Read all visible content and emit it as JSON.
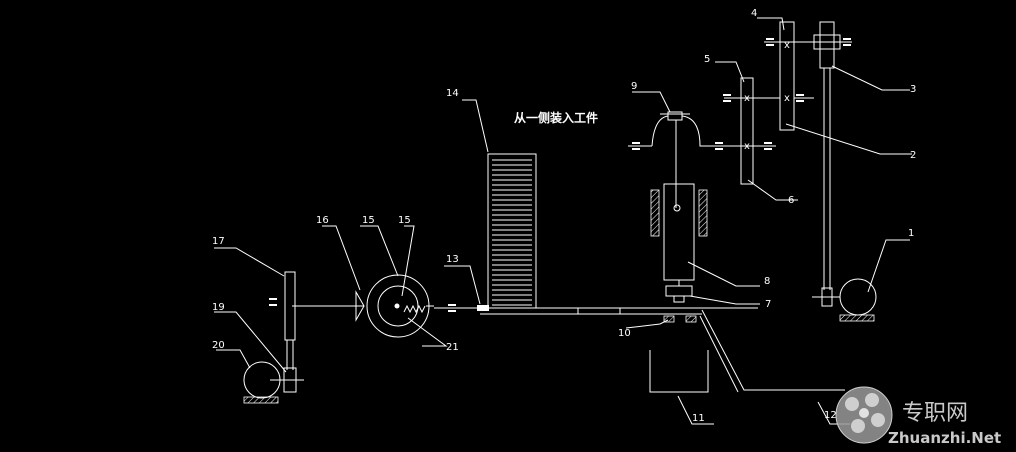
{
  "diagram": {
    "note": "从一侧装入工件",
    "labels": {
      "l1": "1",
      "l2": "2",
      "l3": "3",
      "l4": "4",
      "l5": "5",
      "l6": "6",
      "l7": "7",
      "l8": "8",
      "l9": "9",
      "l10": "10",
      "l11": "11",
      "l12": "12",
      "l13": "13",
      "l14": "14",
      "l15a": "15",
      "l15b": "15",
      "l16": "16",
      "l17": "17",
      "l19": "19",
      "l20": "20",
      "l21": "21"
    },
    "colors": {
      "background": "#000000",
      "line": "#ffffff",
      "watermark": "#c9c9c9"
    }
  },
  "watermark": {
    "cn": "专职网",
    "en": "Zhuanzhi.Net"
  }
}
